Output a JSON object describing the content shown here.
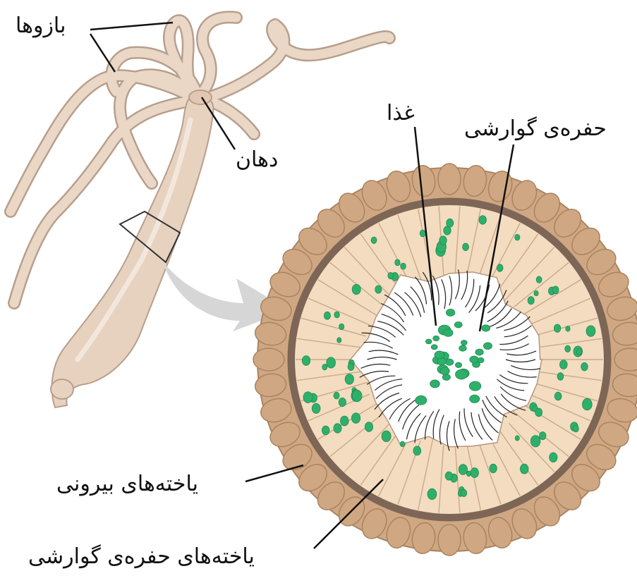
{
  "labels": {
    "tentacles": "بازوها",
    "mouth": "دهان",
    "food": "غذا",
    "gastrovascular_cavity": "حفره‌ی گوارشی",
    "outer_cells": "یاخته‌های بیرونی",
    "cavity_cells": "یاخته‌های حفره‌ی گوارشی"
  },
  "colors": {
    "hydra_body": "#e7d2c0",
    "hydra_outline": "#b89f8c",
    "outer_layer": "#cfa783",
    "mesoglea": "#7e6656",
    "inner_cells": "#f3dcc0",
    "food_particles": "#2fb06a",
    "arrow": "#d6d6d6",
    "leader_lines": "#111111"
  },
  "icons": {
    "arrow": "curved-arrow",
    "section_marker": "section-plane"
  }
}
